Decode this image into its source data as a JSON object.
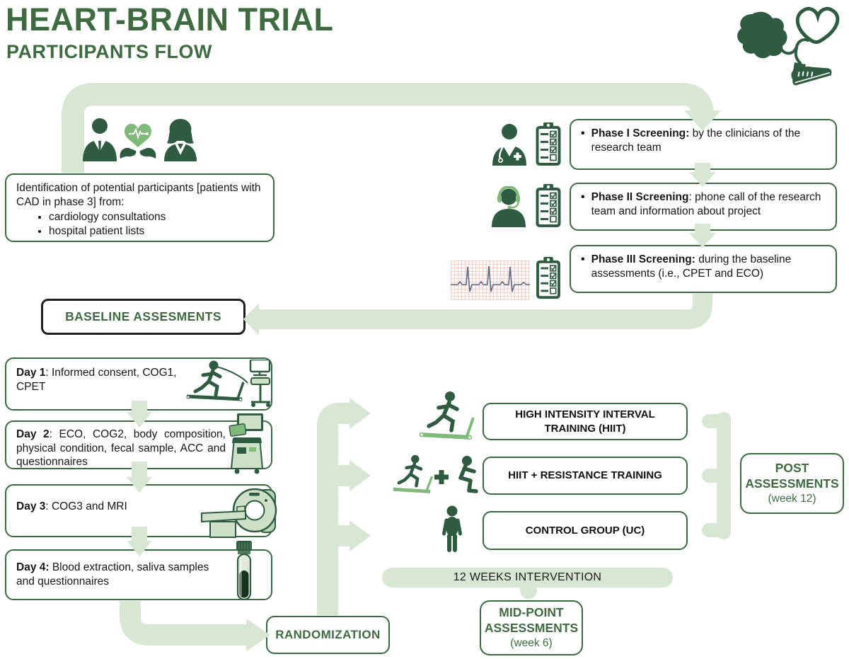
{
  "colors": {
    "title_green": "#3e6b40",
    "icon_dark_green": "#2f5c41",
    "flow_light_green": "#d7e7d3",
    "mid_green": "#7fba7a",
    "pale_green": "#cfe0c8",
    "border_green": "#3a6a42",
    "text_black": "#161616",
    "ecg_trace": "#5c6b80"
  },
  "header": {
    "title": "HEART-BRAIN TRIAL",
    "subtitle": "PARTICIPANTS FLOW"
  },
  "identification": {
    "intro": "Identification of potential participants [patients with CAD in phase 3] from:",
    "bullets": [
      "cardiology consultations",
      "hospital patient lists"
    ]
  },
  "screening": [
    {
      "label": "Phase I Screening:",
      "text": " by the clinicians of the research team"
    },
    {
      "label": "Phase II Screening",
      "text": ": phone call of the research team and information about project"
    },
    {
      "label": "Phase III Screening:",
      "text": " during the baseline assessments (i.e., CPET and ECO)"
    }
  ],
  "baseline": {
    "label": "BASELINE ASSESMENTS"
  },
  "days": [
    {
      "bold": "Day 1",
      "rest": ": Informed consent, COG1, CPET"
    },
    {
      "bold": "Day 2",
      "rest": ": ECO, COG2, body composition, physical condition, fecal sample, ACC and questionnaires"
    },
    {
      "bold": "Day 3",
      "rest": ": COG3 and MRI"
    },
    {
      "bold": "Day 4:",
      "rest": " Blood extraction, saliva samples and questionnaires"
    }
  ],
  "randomization": {
    "label": "RANDOMIZATION"
  },
  "interventions": [
    {
      "label": "HIGH INTENSITY INTERVAL TRAINING (HIIT)"
    },
    {
      "label": "HIIT + RESISTANCE TRAINING"
    },
    {
      "label": "CONTROL GROUP (UC)"
    }
  ],
  "timeline": {
    "bar_label": "12 WEEKS INTERVENTION"
  },
  "midpoint": {
    "line1": "MID-POINT",
    "line2": "ASSESSMENTS",
    "subtitle": "(week 6)"
  },
  "post": {
    "line1": "POST",
    "line2": "ASSESSMENTS",
    "subtitle": "(week 12)"
  }
}
